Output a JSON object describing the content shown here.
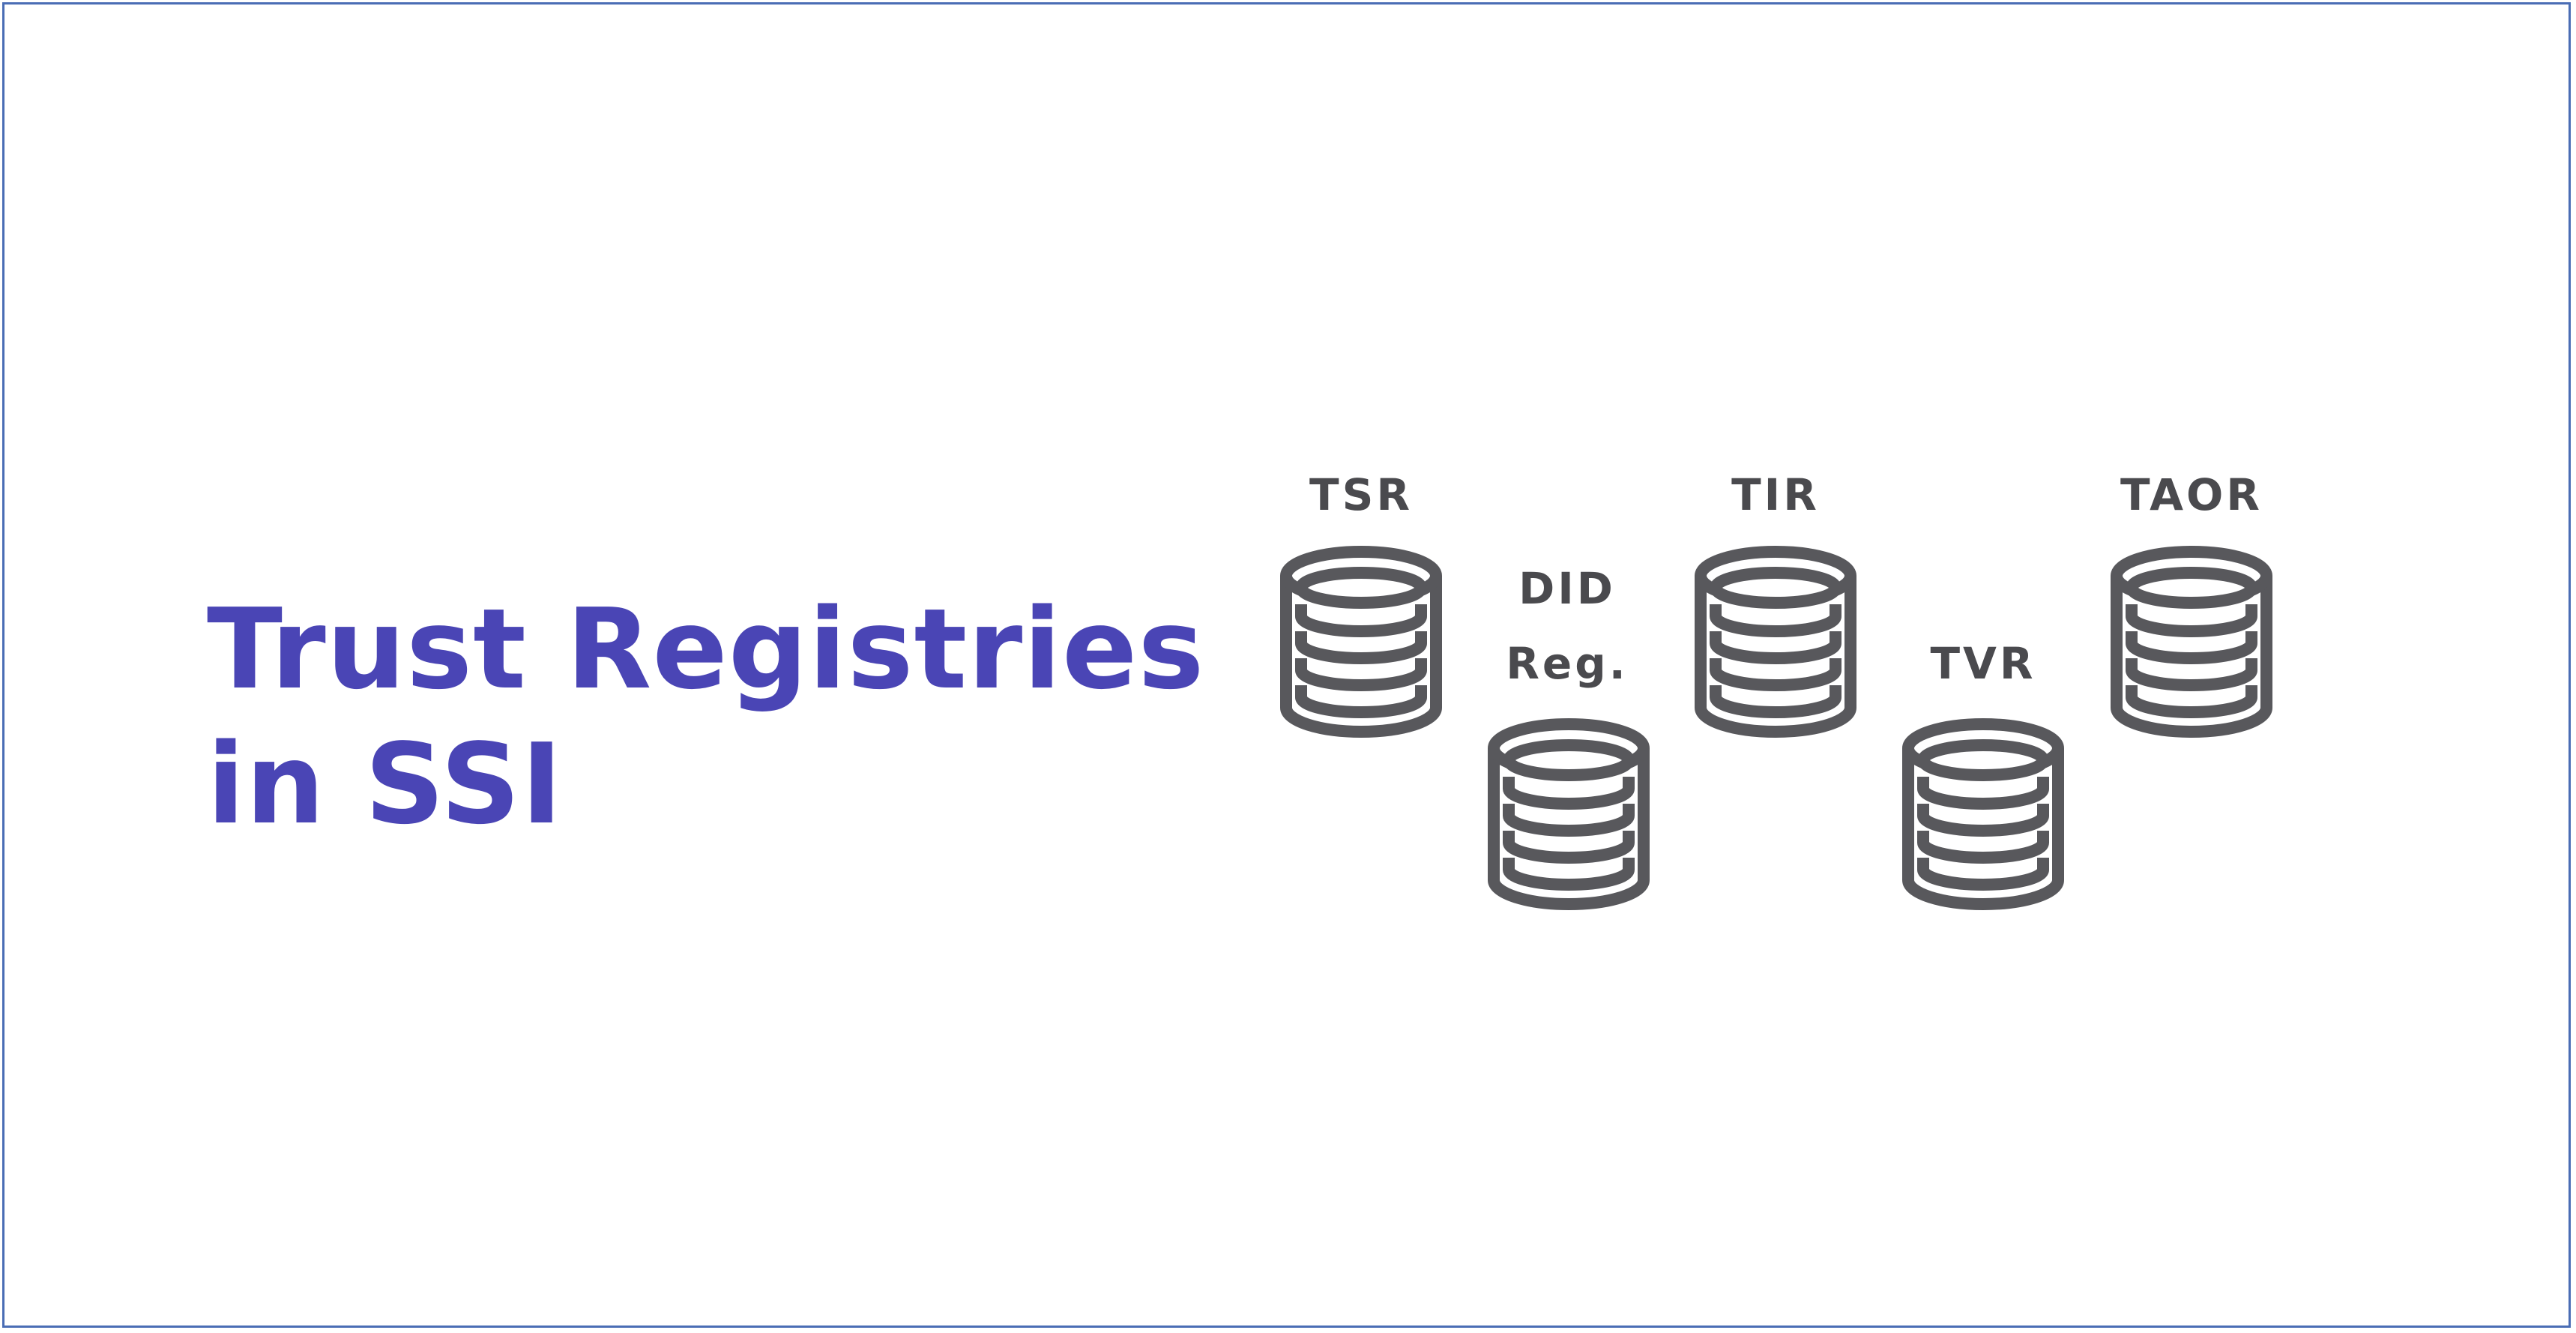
{
  "title": {
    "line1": "Trust Registries",
    "line2": "in SSI"
  },
  "colors": {
    "title": "#4a45b5",
    "icon": "#58585c",
    "border": "#4a6db5"
  },
  "registries": [
    {
      "id": "tsr",
      "label": "TSR",
      "icon": "database-icon"
    },
    {
      "id": "did",
      "label_line1": "DID",
      "label_line2": "Reg.",
      "icon": "database-icon"
    },
    {
      "id": "tir",
      "label": "TIR",
      "icon": "database-icon"
    },
    {
      "id": "tvr",
      "label": "TVR",
      "icon": "database-icon"
    },
    {
      "id": "taor",
      "label": "TAOR",
      "icon": "database-icon"
    }
  ]
}
